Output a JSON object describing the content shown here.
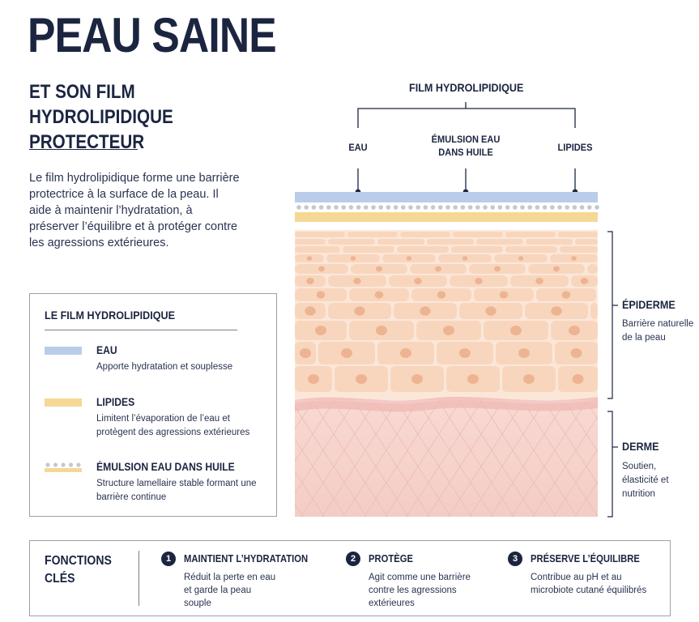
{
  "header": {
    "title": "PEAU SAINE",
    "subtitle": "ET SON FILM HYDROLIPIDIQUE PROTECTEUR",
    "intro": "Le film hydrolipidique forme une barrière protectrice à la surface de la peau. Il aide à maintenir l’hydratation, à préserver l’équilibre et à protéger contre les agressions extérieures."
  },
  "legend": {
    "title": "LE FILM HYDROLIPIDIQUE",
    "items": [
      {
        "name": "EAU",
        "description": "Apporte hydratation et souplesse",
        "color": "#b9cdea"
      },
      {
        "name": "LIPIDES",
        "description": "Limitent l’évaporation de l’eau et protègent des agressions extérieures",
        "color": "#f5d895"
      },
      {
        "name": "ÉMULSION EAU DANS HUILE",
        "description": "Structure lamellaire stable formant une barrière continue",
        "color": "#c4c8cf"
      }
    ]
  },
  "diagram": {
    "film_title": "FILM HYDROLIPIDIQUE",
    "film_labels": {
      "left": "EAU",
      "middle": "ÉMULSION EAU DANS HUILE",
      "right": "LIPIDES"
    },
    "layers": [
      {
        "name": "ÉPIDERME",
        "description": "Barrière naturelle de la peau"
      },
      {
        "name": "DERME",
        "description": "Soutien, élasticité et nutrition"
      }
    ],
    "colors": {
      "water": "#b9cdea",
      "lipid": "#f5d895",
      "emulsion_dot": "#c4c8cf",
      "epidermis_cell": "#f8d6bd",
      "epidermis_nucleus": "#edb493",
      "dermis": "#f6d4cd",
      "membrane": "#f0b8b2"
    }
  },
  "functions": {
    "title": "FONCTIONS CLÉS",
    "items": [
      {
        "number": "1",
        "title": "MAINTIENT L’HYDRATATION",
        "description": "Réduit la perte en eau et garde la peau souple"
      },
      {
        "number": "2",
        "title": "PROTÈGE",
        "description": "Agit comme une barrière contre les agressions extérieures"
      },
      {
        "number": "3",
        "title": "PRÉSERVE L’ÉQUILIBRE",
        "description": "Contribue au pH et au microbiote cutané équilibrés"
      }
    ]
  }
}
